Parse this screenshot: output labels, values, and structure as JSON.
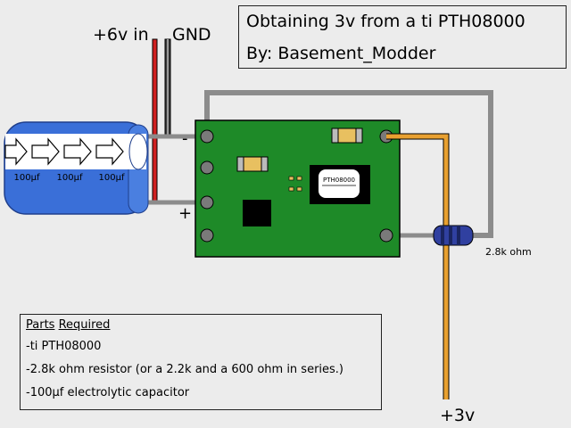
{
  "title": {
    "line1": "Obtaining 3v from a ti PTH08000",
    "line2": "By: Basement_Modder"
  },
  "labels": {
    "plus6v": "+6v in",
    "gnd": "GND",
    "minus": "-",
    "plus": "+",
    "plus3v": "+3v",
    "resistor": "2.8k ohm",
    "module_chip": "PTH08000"
  },
  "capacitors": [
    "100µf",
    "100µf",
    "100µf"
  ],
  "parts": {
    "heading_word1": "Parts",
    "heading_word2": "Required",
    "items": [
      "-ti PTH08000",
      "-2.8k ohm resistor (or a 2.2k and a 600 ohm in series.)",
      "-100µf electrolytic capacitor"
    ]
  },
  "colors": {
    "background": "#ececec",
    "board": "#1e8a28",
    "wire_gray": "#8c8c8c",
    "wire_red": "#d02020",
    "wire_dark": "#3a3a3a",
    "wire_orange": "#e8a030",
    "capacitor": "#3a6fd8",
    "resistor": "#3040a0"
  }
}
